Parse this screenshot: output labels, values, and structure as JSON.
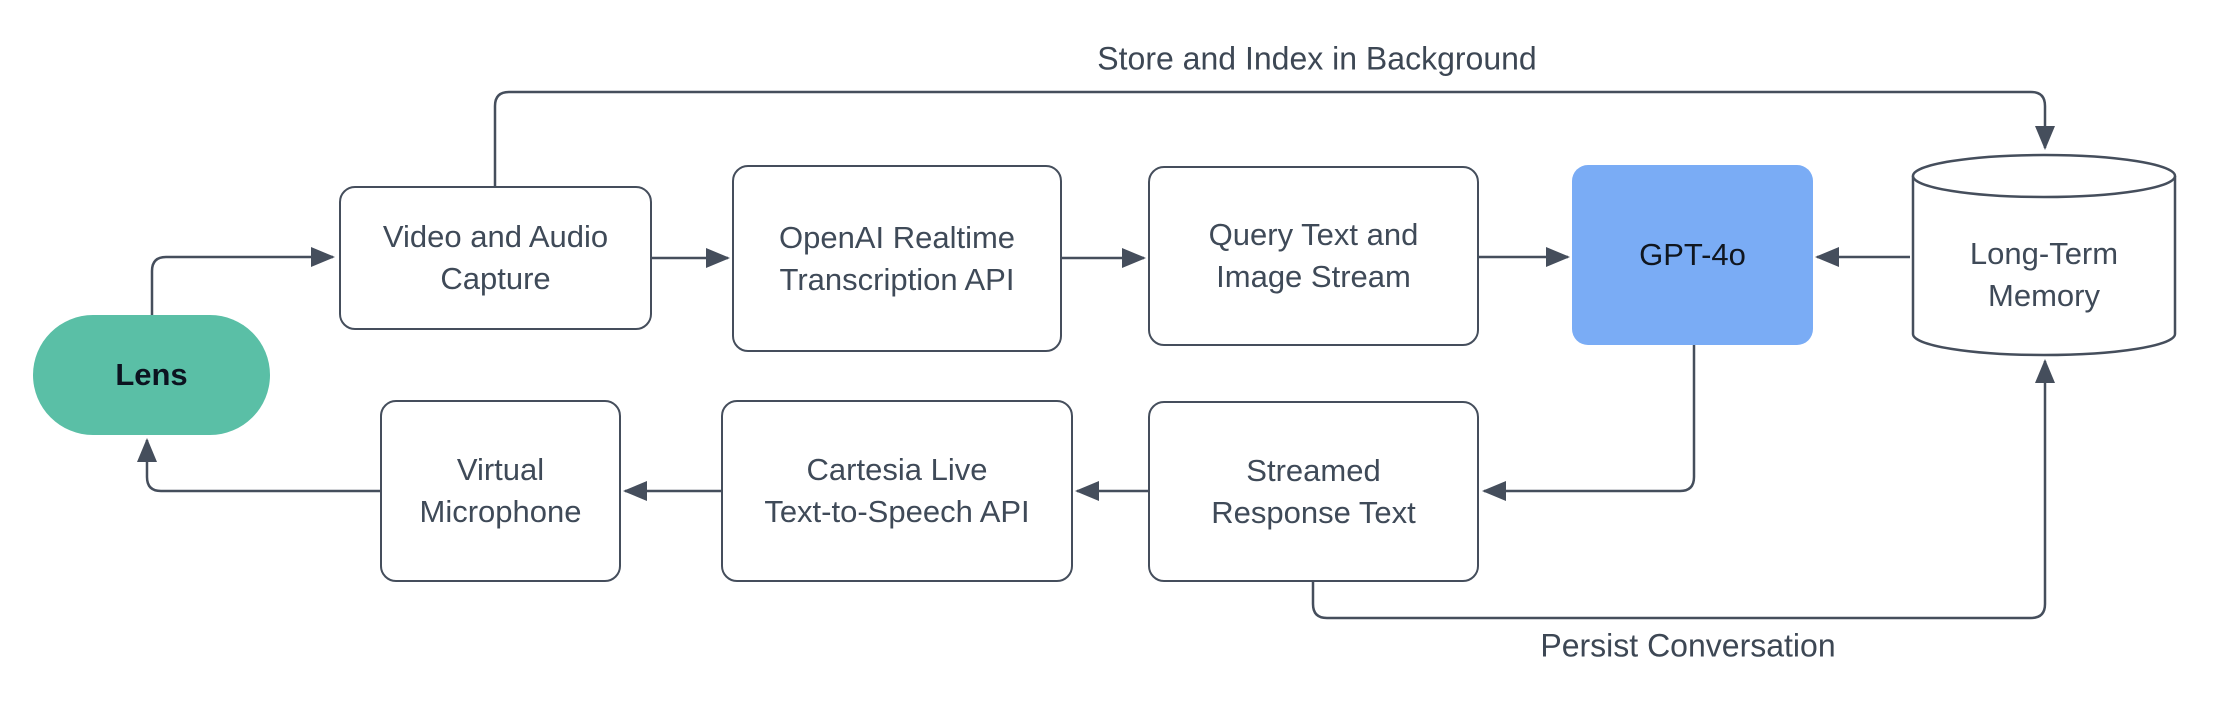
{
  "diagram": {
    "title": "Lens voice assistant pipeline flowchart",
    "colors": {
      "background": "#ffffff",
      "edge": "#454e5c",
      "node_border": "#454e5c",
      "node_text": "#3f4a58",
      "lens_fill": "#5abfa6",
      "gpt_fill": "#7aacf5",
      "node_fill": "#ffffff"
    },
    "nodes": [
      {
        "id": "lens",
        "shape": "stadium",
        "lines": [
          "Lens"
        ]
      },
      {
        "id": "video-capture",
        "shape": "rect",
        "lines": [
          "Video and Audio",
          "Capture"
        ]
      },
      {
        "id": "openai-transcription",
        "shape": "rect",
        "lines": [
          "OpenAI Realtime",
          "Transcription API"
        ]
      },
      {
        "id": "query-stream",
        "shape": "rect",
        "lines": [
          "Query Text and",
          "Image Stream"
        ]
      },
      {
        "id": "gpt-4o",
        "shape": "rect",
        "lines": [
          "GPT-4o"
        ]
      },
      {
        "id": "long-term-memory",
        "shape": "cylinder",
        "lines": [
          "Long-Term",
          "Memory"
        ]
      },
      {
        "id": "virtual-microphone",
        "shape": "rect",
        "lines": [
          "Virtual",
          "Microphone"
        ]
      },
      {
        "id": "cartesia-tts",
        "shape": "rect",
        "lines": [
          "Cartesia Live",
          "Text-to-Speech API"
        ]
      },
      {
        "id": "streamed-response",
        "shape": "rect",
        "lines": [
          "Streamed",
          "Response Text"
        ]
      }
    ],
    "edge_labels": [
      {
        "id": "store-index",
        "text": "Store and Index in Background"
      },
      {
        "id": "persist",
        "text": "Persist Conversation"
      }
    ],
    "edges": [
      {
        "from": "lens",
        "to": "video-capture"
      },
      {
        "from": "video-capture",
        "to": "openai-transcription"
      },
      {
        "from": "openai-transcription",
        "to": "query-stream"
      },
      {
        "from": "query-stream",
        "to": "gpt-4o"
      },
      {
        "from": "long-term-memory",
        "to": "gpt-4o"
      },
      {
        "from": "video-capture",
        "to": "long-term-memory",
        "label": "Store and Index in Background"
      },
      {
        "from": "gpt-4o",
        "to": "streamed-response"
      },
      {
        "from": "streamed-response",
        "to": "cartesia-tts"
      },
      {
        "from": "cartesia-tts",
        "to": "virtual-microphone"
      },
      {
        "from": "virtual-microphone",
        "to": "lens"
      },
      {
        "from": "streamed-response",
        "to": "long-term-memory",
        "label": "Persist Conversation"
      }
    ]
  }
}
